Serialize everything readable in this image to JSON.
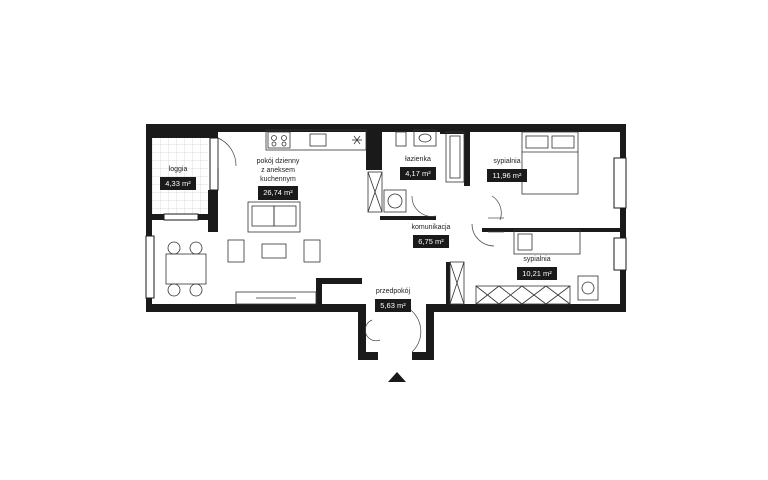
{
  "rooms": [
    {
      "id": "loggia",
      "name": "loggia",
      "area": "4,33 m²"
    },
    {
      "id": "living",
      "name": "pokój dzienny\nz aneksem\nkuchennym",
      "area": "26,74 m²"
    },
    {
      "id": "bath",
      "name": "łazienka",
      "area": "4,17 m²"
    },
    {
      "id": "bed1",
      "name": "sypialnia",
      "area": "11,96 m²"
    },
    {
      "id": "corridor",
      "name": "komunikacja",
      "area": "6,75 m²"
    },
    {
      "id": "bed2",
      "name": "sypialnia",
      "area": "10,21 m²"
    },
    {
      "id": "hall",
      "name": "przedpokój",
      "area": "5,63 m²"
    }
  ],
  "entrance_marker": "triangle-up-icon"
}
